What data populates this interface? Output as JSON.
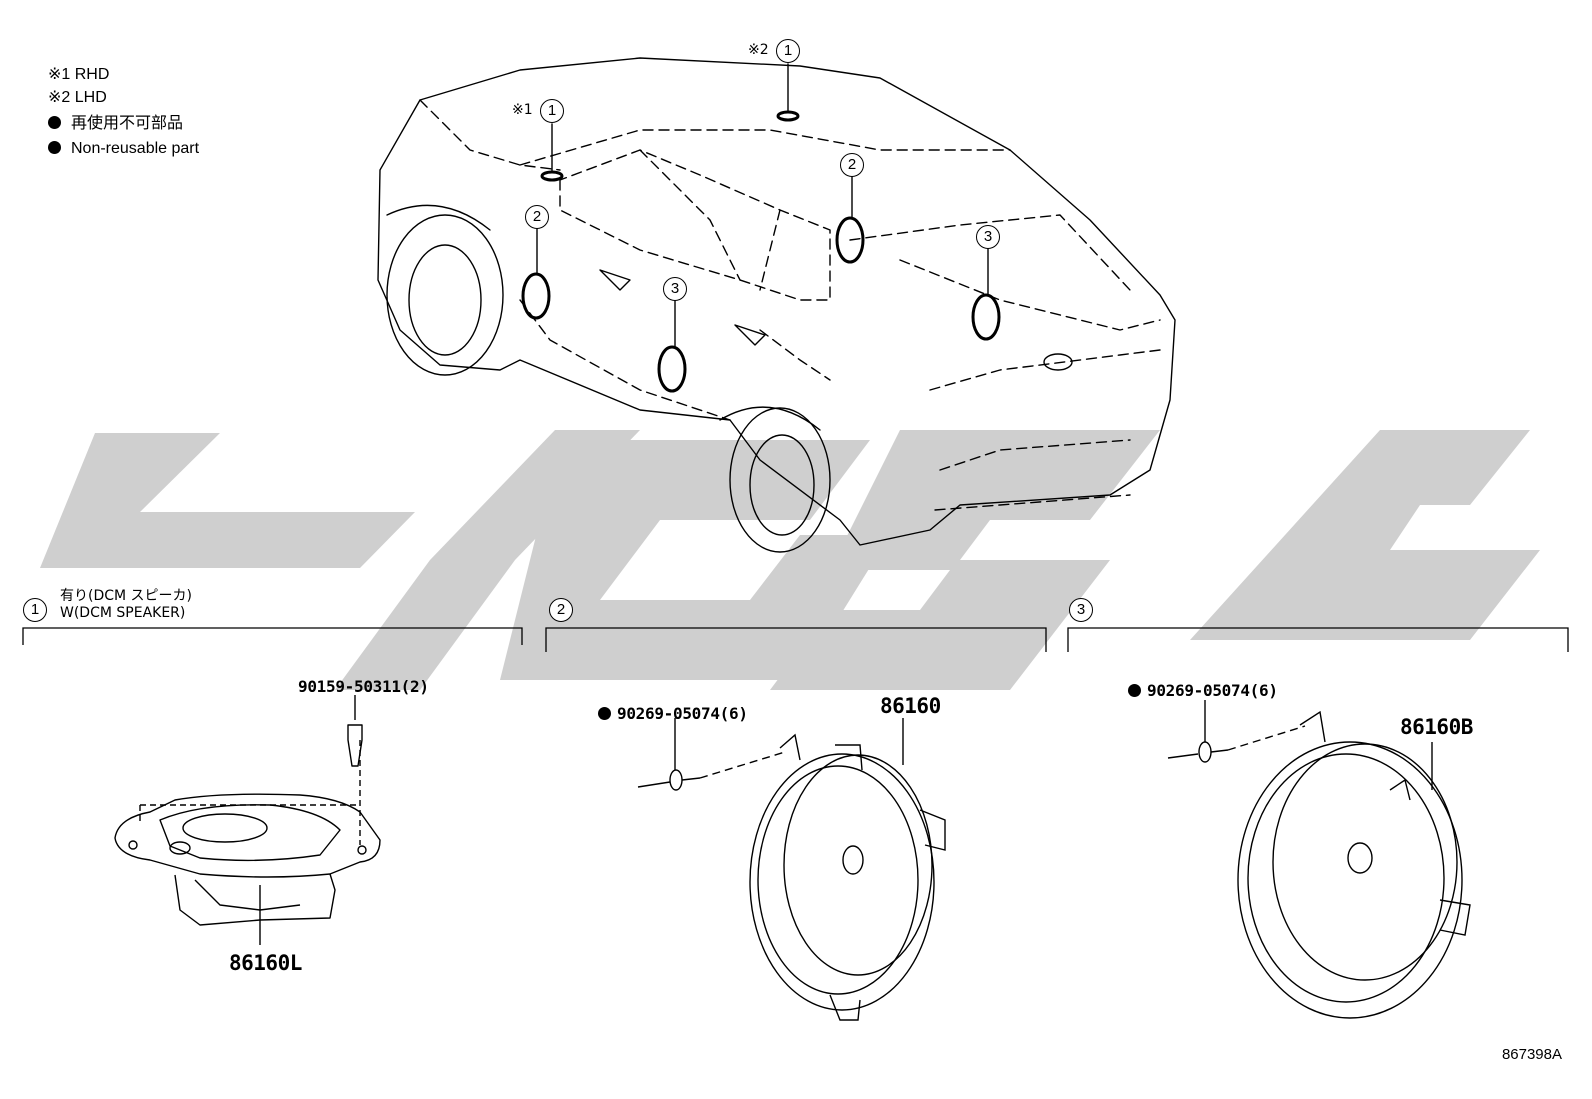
{
  "legend": {
    "rhd": "※1 RHD",
    "lhd": "※2 LHD",
    "non_reusable_jp": "再使用不可部品",
    "non_reusable_en": "Non-reusable part"
  },
  "callouts": {
    "one": "1",
    "two": "2",
    "three": "3",
    "note_rhd": "※1",
    "note_lhd": "※2"
  },
  "sections": [
    {
      "number": "1",
      "title_jp": "有り(DCM スピーカ)",
      "title_en": "W(DCM SPEAKER)",
      "screw_part": "90159-50311(2)",
      "main_part": "86160L"
    },
    {
      "number": "2",
      "screw_part": "90269-05074(6)",
      "main_part": "86160"
    },
    {
      "number": "3",
      "screw_part": "90269-05074(6)",
      "main_part": "86160B"
    }
  ],
  "illustration_number": "867398A",
  "colors": {
    "line": "#000000",
    "watermark": "#cfcfcf"
  }
}
